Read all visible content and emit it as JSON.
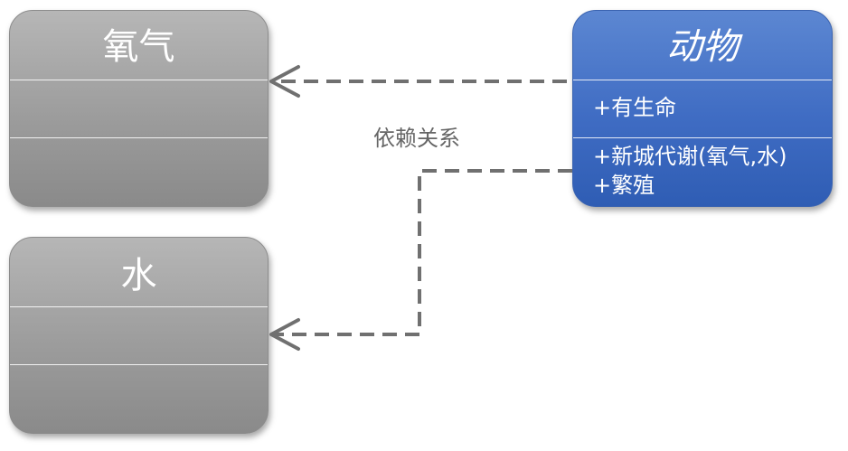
{
  "classes": {
    "oxygen": {
      "name": "氧气",
      "attributes": [],
      "operations": []
    },
    "water": {
      "name": "水",
      "attributes": [],
      "operations": []
    },
    "animal": {
      "name": "动物",
      "attributes": [
        "+有生命"
      ],
      "operations": [
        "+新城代谢(氧气,水)",
        "+繁殖"
      ]
    }
  },
  "relationship": {
    "label": "依赖关系",
    "type": "dependency"
  },
  "colors": {
    "gray_class": "#9c9c9c",
    "blue_class": "#3f6cc3",
    "connector": "#707070",
    "label_text": "#666666"
  }
}
